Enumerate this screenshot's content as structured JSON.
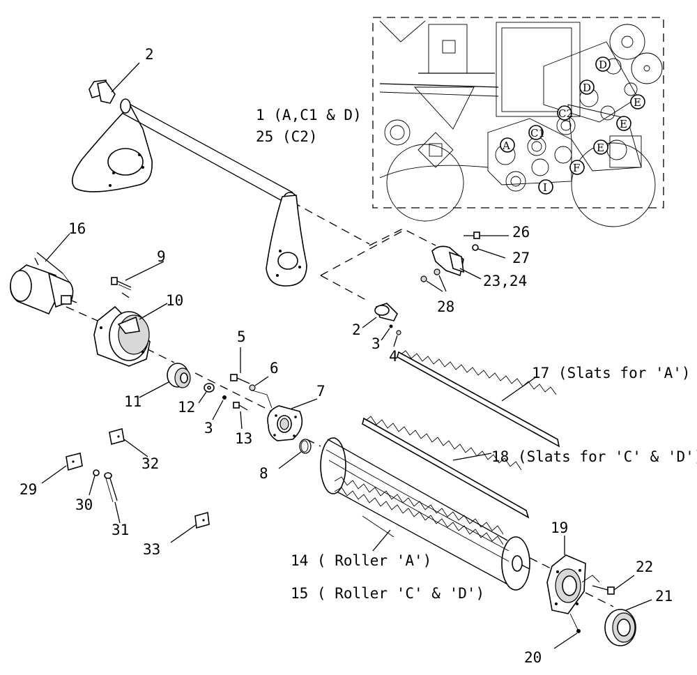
{
  "callouts": {
    "c1": "1 (A,C1 & D)",
    "c25": "25 (C2)",
    "c2a": "2",
    "c2b": "2",
    "c3a": "3",
    "c3b": "3",
    "c4": "4",
    "c5": "5",
    "c6": "6",
    "c7": "7",
    "c8": "8",
    "c9": "9",
    "c10": "10",
    "c11": "11",
    "c12": "12",
    "c13": "13",
    "c14": "14 ( Roller 'A')",
    "c15": "15 ( Roller 'C' & 'D')",
    "c16": "16",
    "c17": "17 (Slats for 'A')",
    "c18": "18 (Slats for 'C' & 'D')",
    "c19": "19",
    "c20": "20",
    "c21": "21",
    "c22": "22",
    "c23": "23,24",
    "c26": "26",
    "c27": "27",
    "c28": "28",
    "c29": "29",
    "c30": "30",
    "c31": "31",
    "c32": "32",
    "c33": "33"
  },
  "inset": {
    "A": "A",
    "C1": "C1",
    "C2": "C2",
    "D1": "D",
    "D2": "D",
    "E1": "E",
    "E2": "E",
    "E3": "E",
    "F": "F",
    "I": "I"
  }
}
